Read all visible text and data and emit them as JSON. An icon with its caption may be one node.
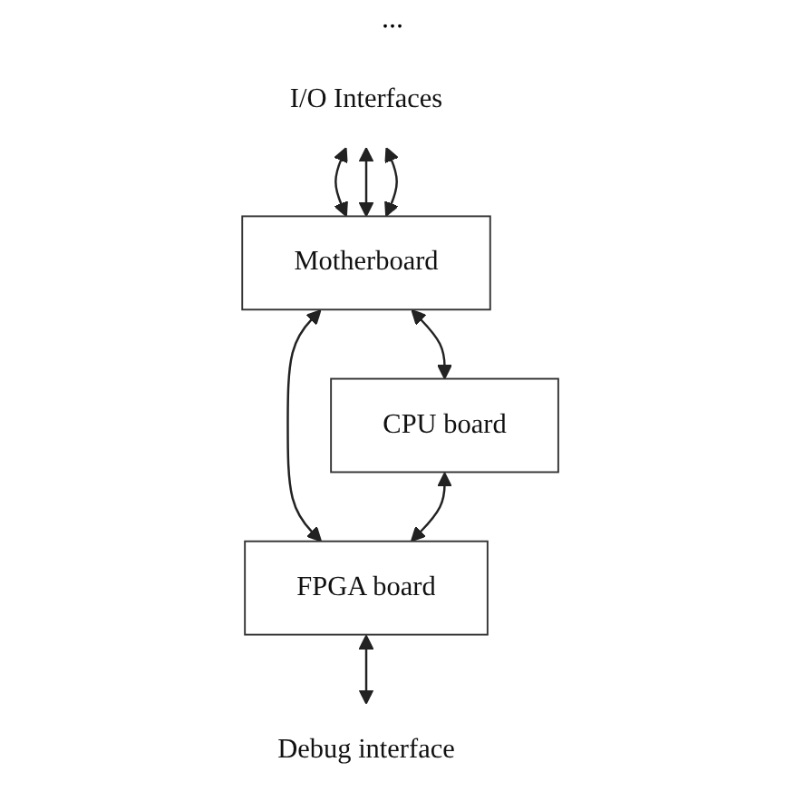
{
  "diagram": {
    "nodes": [
      {
        "text": [
          "I/O Interfaces"
        ]
      },
      {
        "text": [
          "Motherboard"
        ]
      },
      {
        "text": [
          "CPU board"
        ]
      },
      {
        "text": [
          "FPGA board"
        ]
      },
      {
        "text": [
          "Debug interface"
        ]
      }
    ],
    "edges": [
      {
        "from": 0,
        "to": 1,
        "arrow": "both"
      },
      {
        "from": 0,
        "to": 1,
        "arrow": "both"
      },
      {
        "from": 0,
        "to": 1,
        "arrow": "both"
      },
      {
        "from": 1,
        "to": 2,
        "arrow": "both"
      },
      {
        "from": 1,
        "to": 3,
        "arrow": "both"
      },
      {
        "from": 2,
        "to": 3,
        "arrow": "both"
      },
      {
        "from": 3,
        "to": 4,
        "arrow": "both"
      }
    ],
    "labels": [
      "..."
    ]
  }
}
